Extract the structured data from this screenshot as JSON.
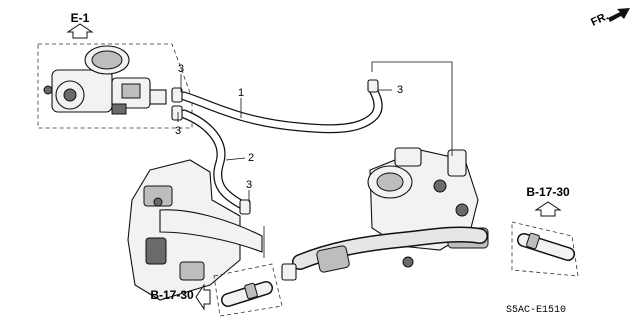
{
  "references": {
    "top": "E-1",
    "right": "B-17-30",
    "bottom": "B-17-30"
  },
  "callouts": {
    "c1": "1",
    "c2": "2",
    "c3a": "3",
    "c3b": "3",
    "c3c": "3",
    "c3d": "3"
  },
  "direction": "FR.",
  "diagram_code": "S5AC-E1510"
}
